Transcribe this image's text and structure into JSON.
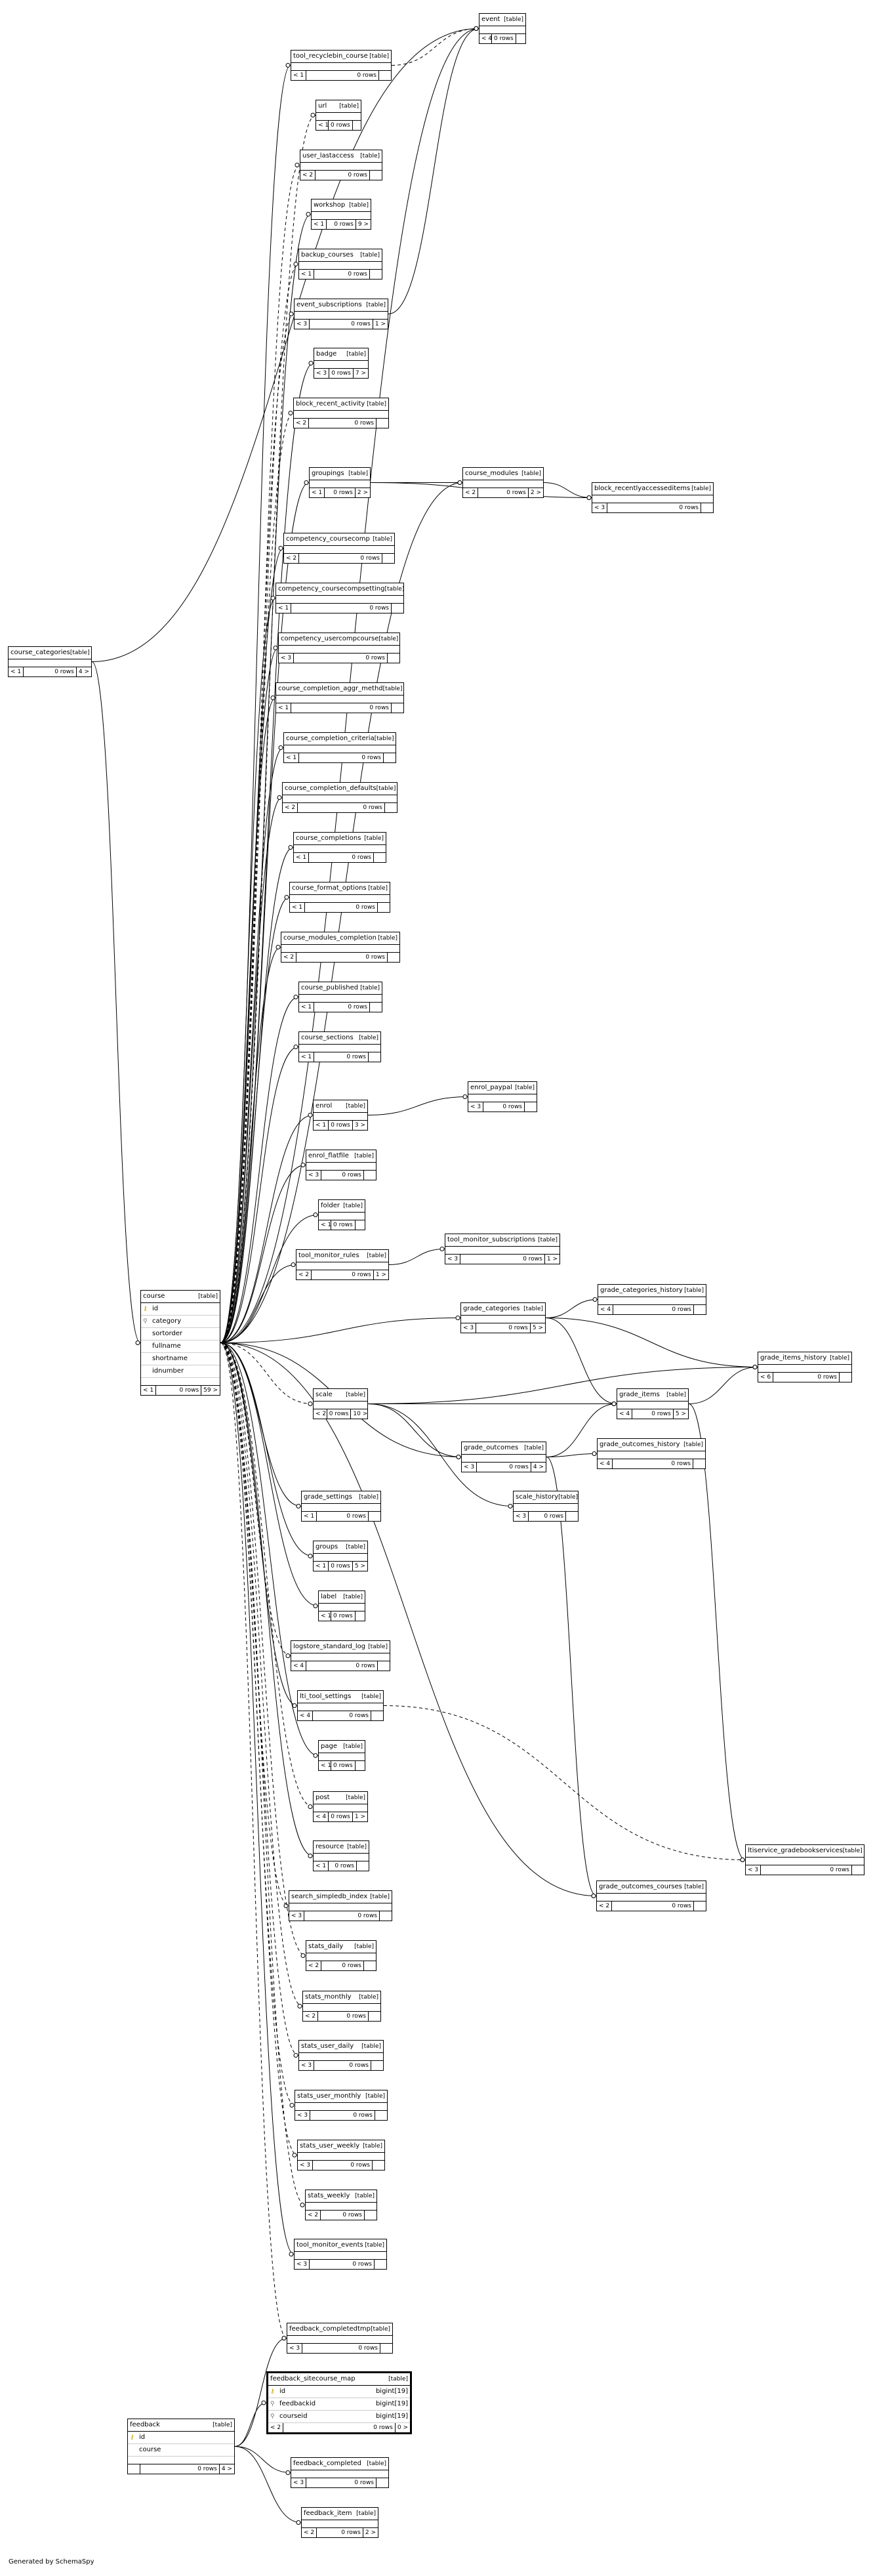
{
  "footer": "Generated by SchemaSpy",
  "tables": [
    {
      "id": "event",
      "name": "event",
      "tag": "[table]",
      "fa": "< 4",
      "fb": "0 rows",
      "fc": ""
    },
    {
      "id": "tool_recyclebin_course",
      "name": "tool_recyclebin_course",
      "tag": "[table]",
      "fa": "< 1",
      "fb": "0 rows",
      "fc": ""
    },
    {
      "id": "url",
      "name": "url",
      "tag": "[table]",
      "fa": "< 1",
      "fb": "0 rows",
      "fc": ""
    },
    {
      "id": "user_lastaccess",
      "name": "user_lastaccess",
      "tag": "[table]",
      "fa": "< 2",
      "fb": "0 rows",
      "fc": ""
    },
    {
      "id": "workshop",
      "name": "workshop",
      "tag": "[table]",
      "fa": "< 1",
      "fb": "0 rows",
      "fc": "9 >"
    },
    {
      "id": "backup_courses",
      "name": "backup_courses",
      "tag": "[table]",
      "fa": "< 1",
      "fb": "0 rows",
      "fc": ""
    },
    {
      "id": "event_subscriptions",
      "name": "event_subscriptions",
      "tag": "[table]",
      "fa": "< 3",
      "fb": "0 rows",
      "fc": "1 >"
    },
    {
      "id": "badge",
      "name": "badge",
      "tag": "[table]",
      "fa": "< 3",
      "fb": "0 rows",
      "fc": "7 >"
    },
    {
      "id": "block_recent_activity",
      "name": "block_recent_activity",
      "tag": "[table]",
      "fa": "< 2",
      "fb": "0 rows",
      "fc": ""
    },
    {
      "id": "groupings",
      "name": "groupings",
      "tag": "[table]",
      "fa": "< 1",
      "fb": "0 rows",
      "fc": "2 >"
    },
    {
      "id": "course_modules",
      "name": "course_modules",
      "tag": "[table]",
      "fa": "< 2",
      "fb": "0 rows",
      "fc": "2 >"
    },
    {
      "id": "block_recentlyaccesseditems",
      "name": "block_recentlyaccesseditems",
      "tag": "[table]",
      "fa": "< 3",
      "fb": "0 rows",
      "fc": ""
    },
    {
      "id": "competency_coursecomp",
      "name": "competency_coursecomp",
      "tag": "[table]",
      "fa": "< 2",
      "fb": "0 rows",
      "fc": ""
    },
    {
      "id": "competency_coursecompsetting",
      "name": "competency_coursecompsetting",
      "tag": "[table]",
      "fa": "< 1",
      "fb": "0 rows",
      "fc": ""
    },
    {
      "id": "competency_usercompcourse",
      "name": "competency_usercompcourse",
      "tag": "[table]",
      "fa": "< 3",
      "fb": "0 rows",
      "fc": ""
    },
    {
      "id": "course_completion_aggr_methd",
      "name": "course_completion_aggr_methd",
      "tag": "[table]",
      "fa": "< 1",
      "fb": "0 rows",
      "fc": ""
    },
    {
      "id": "course_completion_criteria",
      "name": "course_completion_criteria",
      "tag": "[table]",
      "fa": "< 1",
      "fb": "0 rows",
      "fc": ""
    },
    {
      "id": "course_completion_defaults",
      "name": "course_completion_defaults",
      "tag": "[table]",
      "fa": "< 2",
      "fb": "0 rows",
      "fc": ""
    },
    {
      "id": "course_completions",
      "name": "course_completions",
      "tag": "[table]",
      "fa": "< 1",
      "fb": "0 rows",
      "fc": ""
    },
    {
      "id": "course_format_options",
      "name": "course_format_options",
      "tag": "[table]",
      "fa": "< 1",
      "fb": "0 rows",
      "fc": ""
    },
    {
      "id": "course_modules_completion",
      "name": "course_modules_completion",
      "tag": "[table]",
      "fa": "< 2",
      "fb": "0 rows",
      "fc": ""
    },
    {
      "id": "course_published",
      "name": "course_published",
      "tag": "[table]",
      "fa": "< 1",
      "fb": "0 rows",
      "fc": ""
    },
    {
      "id": "course_sections",
      "name": "course_sections",
      "tag": "[table]",
      "fa": "< 1",
      "fb": "0 rows",
      "fc": ""
    },
    {
      "id": "enrol",
      "name": "enrol",
      "tag": "[table]",
      "fa": "< 1",
      "fb": "0 rows",
      "fc": "3 >"
    },
    {
      "id": "enrol_paypal",
      "name": "enrol_paypal",
      "tag": "[table]",
      "fa": "< 3",
      "fb": "0 rows",
      "fc": ""
    },
    {
      "id": "enrol_flatfile",
      "name": "enrol_flatfile",
      "tag": "[table]",
      "fa": "< 3",
      "fb": "0 rows",
      "fc": ""
    },
    {
      "id": "folder",
      "name": "folder",
      "tag": "[table]",
      "fa": "< 1",
      "fb": "0 rows",
      "fc": ""
    },
    {
      "id": "tool_monitor_rules",
      "name": "tool_monitor_rules",
      "tag": "[table]",
      "fa": "< 2",
      "fb": "0 rows",
      "fc": "1 >"
    },
    {
      "id": "tool_monitor_subscriptions",
      "name": "tool_monitor_subscriptions",
      "tag": "[table]",
      "fa": "< 3",
      "fb": "0 rows",
      "fc": "1 >"
    },
    {
      "id": "grade_categories_history",
      "name": "grade_categories_history",
      "tag": "[table]",
      "fa": "< 4",
      "fb": "0 rows",
      "fc": ""
    },
    {
      "id": "grade_categories",
      "name": "grade_categories",
      "tag": "[table]",
      "fa": "< 3",
      "fb": "0 rows",
      "fc": "5 >"
    },
    {
      "id": "grade_items_history",
      "name": "grade_items_history",
      "tag": "[table]",
      "fa": "< 6",
      "fb": "0 rows",
      "fc": ""
    },
    {
      "id": "scale",
      "name": "scale",
      "tag": "[table]",
      "fa": "< 2",
      "fb": "0 rows",
      "fc": "10 >"
    },
    {
      "id": "grade_items",
      "name": "grade_items",
      "tag": "[table]",
      "fa": "< 4",
      "fb": "0 rows",
      "fc": "5 >"
    },
    {
      "id": "grade_outcomes",
      "name": "grade_outcomes",
      "tag": "[table]",
      "fa": "< 3",
      "fb": "0 rows",
      "fc": "4 >"
    },
    {
      "id": "grade_outcomes_history",
      "name": "grade_outcomes_history",
      "tag": "[table]",
      "fa": "< 4",
      "fb": "0 rows",
      "fc": ""
    },
    {
      "id": "scale_history",
      "name": "scale_history",
      "tag": "[table]",
      "fa": "< 3",
      "fb": "0 rows",
      "fc": ""
    },
    {
      "id": "grade_settings",
      "name": "grade_settings",
      "tag": "[table]",
      "fa": "< 1",
      "fb": "0 rows",
      "fc": ""
    },
    {
      "id": "groups",
      "name": "groups",
      "tag": "[table]",
      "fa": "< 1",
      "fb": "0 rows",
      "fc": "5 >"
    },
    {
      "id": "label",
      "name": "label",
      "tag": "[table]",
      "fa": "< 1",
      "fb": "0 rows",
      "fc": ""
    },
    {
      "id": "logstore_standard_log",
      "name": "logstore_standard_log",
      "tag": "[table]",
      "fa": "< 4",
      "fb": "0 rows",
      "fc": ""
    },
    {
      "id": "lti_tool_settings",
      "name": "lti_tool_settings",
      "tag": "[table]",
      "fa": "< 4",
      "fb": "0 rows",
      "fc": ""
    },
    {
      "id": "page",
      "name": "page",
      "tag": "[table]",
      "fa": "< 1",
      "fb": "0 rows",
      "fc": ""
    },
    {
      "id": "post",
      "name": "post",
      "tag": "[table]",
      "fa": "< 4",
      "fb": "0 rows",
      "fc": "1 >"
    },
    {
      "id": "ltiservice_gradebookservices",
      "name": "ltiservice_gradebookservices",
      "tag": "[table]",
      "fa": "< 3",
      "fb": "0 rows",
      "fc": ""
    },
    {
      "id": "resource",
      "name": "resource",
      "tag": "[table]",
      "fa": "< 1",
      "fb": "0 rows",
      "fc": ""
    },
    {
      "id": "search_simpledb_index",
      "name": "search_simpledb_index",
      "tag": "[table]",
      "fa": "< 3",
      "fb": "0 rows",
      "fc": ""
    },
    {
      "id": "grade_outcomes_courses",
      "name": "grade_outcomes_courses",
      "tag": "[table]",
      "fa": "< 2",
      "fb": "0 rows",
      "fc": ""
    },
    {
      "id": "stats_daily",
      "name": "stats_daily",
      "tag": "[table]",
      "fa": "< 2",
      "fb": "0 rows",
      "fc": ""
    },
    {
      "id": "stats_monthly",
      "name": "stats_monthly",
      "tag": "[table]",
      "fa": "< 2",
      "fb": "0 rows",
      "fc": ""
    },
    {
      "id": "stats_user_daily",
      "name": "stats_user_daily",
      "tag": "[table]",
      "fa": "< 3",
      "fb": "0 rows",
      "fc": ""
    },
    {
      "id": "stats_user_monthly",
      "name": "stats_user_monthly",
      "tag": "[table]",
      "fa": "< 3",
      "fb": "0 rows",
      "fc": ""
    },
    {
      "id": "stats_user_weekly",
      "name": "stats_user_weekly",
      "tag": "[table]",
      "fa": "< 3",
      "fb": "0 rows",
      "fc": ""
    },
    {
      "id": "stats_weekly",
      "name": "stats_weekly",
      "tag": "[table]",
      "fa": "< 2",
      "fb": "0 rows",
      "fc": ""
    },
    {
      "id": "tool_monitor_events",
      "name": "tool_monitor_events",
      "tag": "[table]",
      "fa": "< 3",
      "fb": "0 rows",
      "fc": ""
    },
    {
      "id": "feedback_completedtmp",
      "name": "feedback_completedtmp",
      "tag": "[table]",
      "fa": "< 3",
      "fb": "0 rows",
      "fc": ""
    },
    {
      "id": "feedback_completed",
      "name": "feedback_completed",
      "tag": "[table]",
      "fa": "< 3",
      "fb": "0 rows",
      "fc": ""
    },
    {
      "id": "feedback_item",
      "name": "feedback_item",
      "tag": "[table]",
      "fa": "< 2",
      "fb": "0 rows",
      "fc": "2 >"
    },
    {
      "id": "course_categories",
      "name": "course_categories",
      "tag": "[table]",
      "fa": "< 1",
      "fb": "0 rows",
      "fc": "4 >"
    }
  ],
  "course": {
    "name": "course",
    "tag": "[table]",
    "columns": [
      {
        "key": "pk",
        "name": "id"
      },
      {
        "key": "fk",
        "name": "category"
      },
      {
        "key": "",
        "name": "sortorder"
      },
      {
        "key": "",
        "name": "fullname"
      },
      {
        "key": "",
        "name": "shortname"
      },
      {
        "key": "",
        "name": "idnumber"
      }
    ],
    "fa": "< 1",
    "fb": "0 rows",
    "fc": "59 >"
  },
  "feedback_sitecourse_map": {
    "name": "feedback_sitecourse_map",
    "tag": "[table]",
    "columns": [
      {
        "key": "pk",
        "name": "id",
        "type": "bigint[19]"
      },
      {
        "key": "fk",
        "name": "feedbackid",
        "type": "bigint[19]"
      },
      {
        "key": "fk",
        "name": "courseid",
        "type": "bigint[19]"
      }
    ],
    "fa": "< 2",
    "fb": "0 rows",
    "fc": "0 >"
  },
  "feedback": {
    "name": "feedback",
    "tag": "[table]",
    "columns": [
      {
        "key": "pk",
        "name": "id"
      },
      {
        "key": "",
        "name": "course"
      }
    ],
    "fa": "",
    "fb": "0 rows",
    "fc": "4 >"
  }
}
